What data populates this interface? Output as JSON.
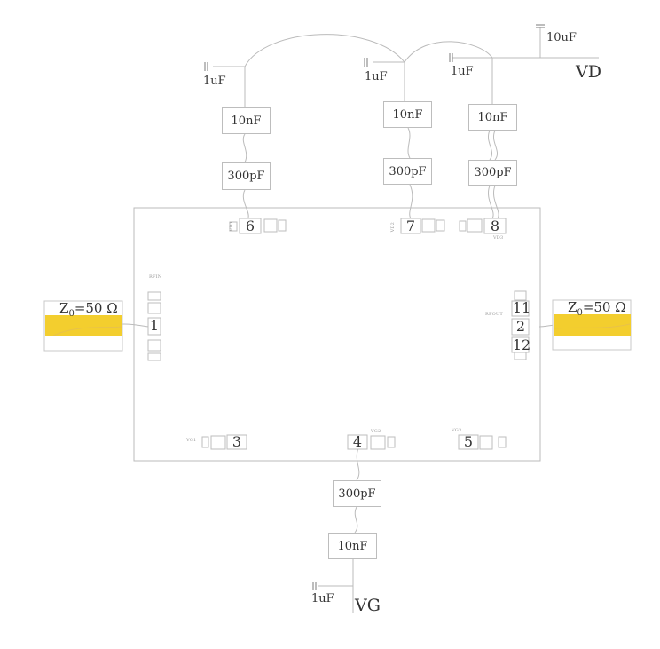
{
  "supply": {
    "vd": "VD",
    "vg": "VG"
  },
  "capacitors": {
    "c1_left": "1uF",
    "c1_mid": "1uF",
    "c1_right": "1uF",
    "c10uf": "10uF",
    "c10nf_a": "10nF",
    "c10nf_b": "10nF",
    "c10nf_c": "10nF",
    "c300_a": "300pF",
    "c300_b": "300pF",
    "c300_c": "300pF",
    "c300_vg": "300pF",
    "c10nf_vg": "10nF",
    "c1_vg": "1uF"
  },
  "pins": {
    "p1": "1",
    "p2": "2",
    "p3": "3",
    "p4": "4",
    "p5": "5",
    "p6": "6",
    "p7": "7",
    "p8": "8",
    "p11": "11",
    "p12": "12"
  },
  "pad_labels": {
    "rfin": "RFIN",
    "rfout": "RFOUT",
    "vd1": "VD1",
    "vd2": "VD2",
    "vd3": "VD3",
    "vg1": "VG1",
    "vg2": "VG2",
    "vg3": "VG3"
  },
  "lines": {
    "left": "Z0=50 Ω",
    "right": "Z0=50 Ω",
    "z": "Z",
    "sub": "0",
    "rest": "=50 Ω"
  },
  "colors": {
    "line_fill": "#f3ce2e",
    "stroke": "#b8b8b8"
  }
}
